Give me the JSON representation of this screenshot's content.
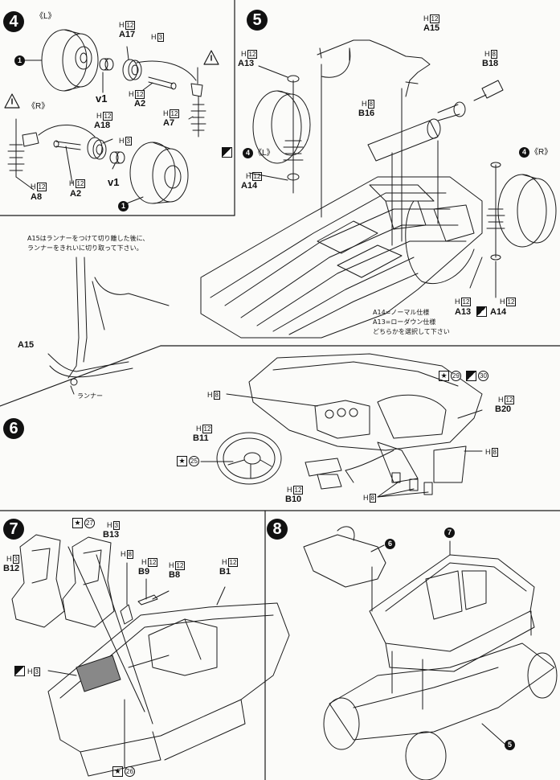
{
  "steps": {
    "s4": "4",
    "s5": "5",
    "s6": "6",
    "s7": "7",
    "s8": "8"
  },
  "step4": {
    "tire_l_side": "《L》",
    "tire_r_side": "《R》",
    "tire_ref": "1",
    "parts": {
      "a17": "A17",
      "a2_top": "A2",
      "a7": "A7",
      "a18": "A18",
      "a8": "A8",
      "a2_bot": "A2",
      "v1_top": "v1",
      "v1_bot": "v1"
    },
    "runners": {
      "h12": "H",
      "n12": "12",
      "n3": "3"
    }
  },
  "step5": {
    "parts": {
      "a15": "A15",
      "b18": "B18",
      "a13": "A13",
      "b16": "B16",
      "a14": "A14",
      "a13_bot": "A13",
      "a14_bot": "A14"
    },
    "side_l": "《L》",
    "side_r": "《R》",
    "side_ref": "4",
    "runner_n8": "8",
    "note_a14": "A14=ノーマル仕様",
    "note_a13": "A13=ローダウン仕様",
    "note_choose": "どちらかを選択して下さい"
  },
  "cutting_note": {
    "line1": "A15はランナーをつけて切り離した後に、",
    "line2": "ランナーをきれいに切り取って下さい。",
    "part": "A15",
    "runner": "ランナー"
  },
  "step6": {
    "parts": {
      "b20": "B20",
      "b11": "B11",
      "b10": "B10"
    },
    "decal_29": "29",
    "decal_30": "30",
    "decal_25": "25"
  },
  "step7": {
    "parts": {
      "b13": "B13",
      "b12": "B12",
      "b9": "B9",
      "b8": "B8",
      "b1": "B1"
    },
    "decal_27": "27",
    "decal_26": "26"
  },
  "step8": {
    "ref_6": "6",
    "ref_7": "7",
    "ref_5": "5"
  }
}
